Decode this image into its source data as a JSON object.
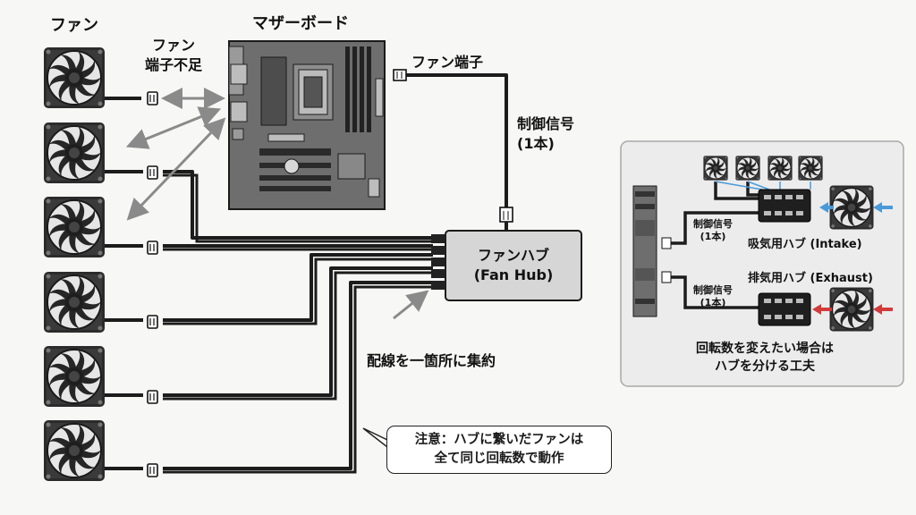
{
  "labels": {
    "fan_header": "ファン",
    "motherboard": "マザーボード",
    "fan_shortage_1": "ファン",
    "fan_shortage_2": "端子不足",
    "fan_connector": "ファン端子",
    "control_signal_1": "制御信号",
    "control_signal_2": "(1本)",
    "hub_line1": "ファンハブ",
    "hub_line2": "(Fan Hub)",
    "wiring_note": "配線を一箇所に集約",
    "callout_line1": "注意：ハブに繋いだファンは",
    "callout_line2": "全て同じ回転数で動作"
  },
  "inset": {
    "signal_top_1": "制御信号",
    "signal_top_2": "(1本)",
    "intake_hub": "吸気用ハブ (Intake)",
    "exhaust_hub": "排気用ハブ (Exhaust)",
    "signal_bottom_1": "制御信号",
    "signal_bottom_2": "(1本)",
    "caption_1": "回転数を変えたい場合は",
    "caption_2": "ハブを分ける工夫"
  },
  "colors": {
    "background": "#f7f7f5",
    "board": "#6e6e6e",
    "fan_frame": "#2b2b2b",
    "cable": "#1c1c1c",
    "hub": "#d6d6d6",
    "arrow": "#8a8a8a",
    "inset_bg": "#ececec",
    "intake_arrow": "#4a9ad8",
    "exhaust_arrow": "#d23b3b"
  },
  "icons": [
    "fan-icon",
    "motherboard-icon",
    "fan-hub-icon",
    "arrow-icon",
    "connector-icon"
  ]
}
